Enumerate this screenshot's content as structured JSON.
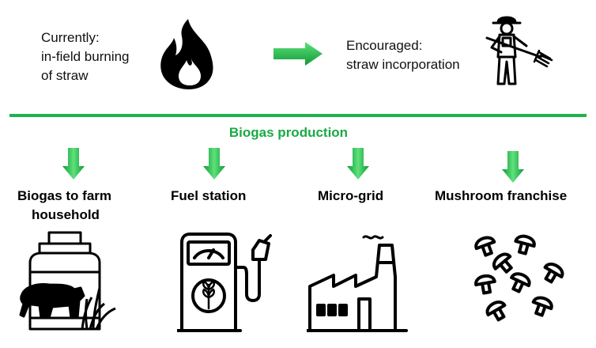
{
  "current": {
    "lines": [
      "Currently:",
      "in-field burning",
      "of straw"
    ]
  },
  "encouraged": {
    "lines": [
      "Encouraged:",
      "straw incorporation"
    ]
  },
  "section_title": "Biogas production",
  "outputs": [
    {
      "label_lines": [
        "Biogas to farm",
        "household"
      ],
      "icon": "gas-cylinder-icon"
    },
    {
      "label_lines": [
        "Fuel station"
      ],
      "icon": "fuel-pump-icon"
    },
    {
      "label_lines": [
        "Micro-grid"
      ],
      "icon": "factory-icon"
    },
    {
      "label_lines": [
        "Mushroom franchise"
      ],
      "icon": "mushrooms-icon"
    }
  ],
  "colors": {
    "accent_green": "#1db34c",
    "arrow_green": "#1aaa45",
    "icon_black": "#000000"
  }
}
